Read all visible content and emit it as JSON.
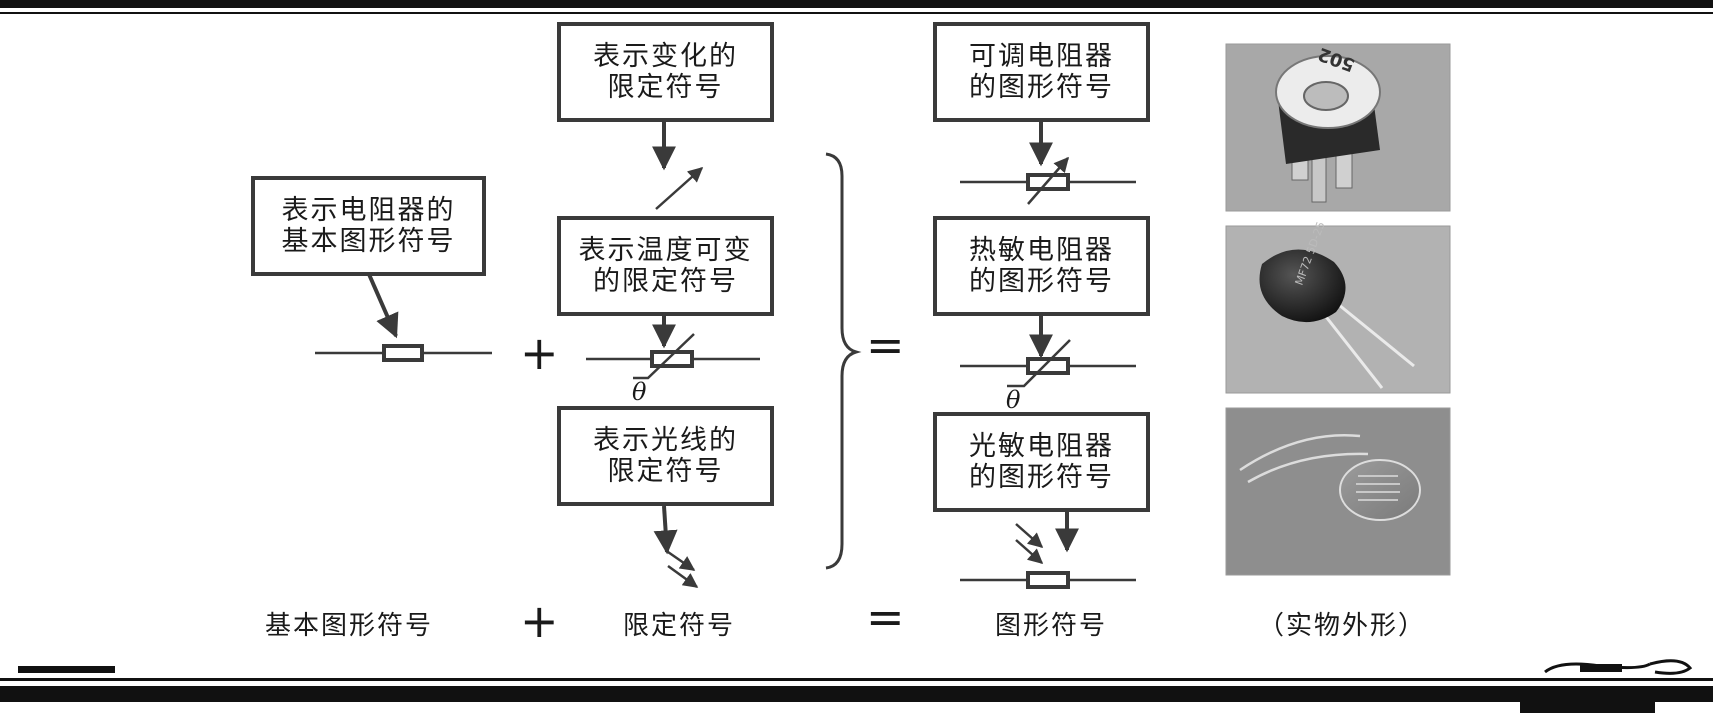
{
  "boxes": {
    "basic_resistor": [
      "表示电阻器的",
      "基本图形符号"
    ],
    "variable_qualifier": [
      "表示变化的",
      "限定符号"
    ],
    "temperature_qualifier": [
      "表示温度可变",
      "的限定符号"
    ],
    "light_qualifier": [
      "表示光线的",
      "限定符号"
    ],
    "adjustable_resistor": [
      "可调电阻器",
      "的图形符号"
    ],
    "thermistor": [
      "热敏电阻器",
      "的图形符号"
    ],
    "photoresistor": [
      "光敏电阻器",
      "的图形符号"
    ]
  },
  "symbols": {
    "theta": "θ",
    "plus": "+",
    "equals": "="
  },
  "captions": {
    "basic_symbol": "基本图形符号",
    "plus": "+",
    "qualifier": "限定符号",
    "equals": "=",
    "graphic_symbol": "图形符号",
    "physical_appearance": "（实物外形）"
  },
  "photos": {
    "trimmer_marking": "502",
    "thermistor_marking": "MF72\n5D-25"
  },
  "colors": {
    "line": "#3a3a3a",
    "text": "#1a1a1a",
    "photo_bg": "#a8a8a8"
  }
}
